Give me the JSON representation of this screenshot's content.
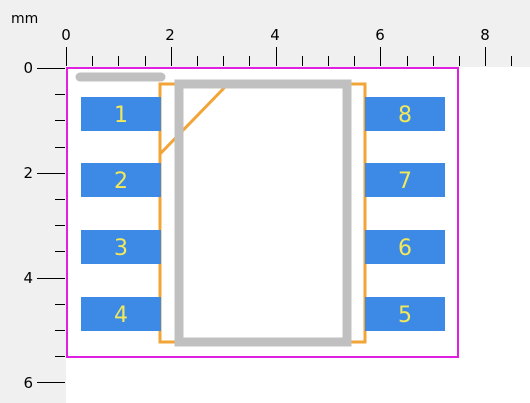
{
  "ruler": {
    "unit": "mm",
    "x_labels": [
      "0",
      "2",
      "4",
      "6",
      "8"
    ],
    "y_labels": [
      "0",
      "2",
      "4",
      "6"
    ]
  },
  "footprint": {
    "pads_left": [
      "1",
      "2",
      "3",
      "4"
    ],
    "pads_right": [
      "8",
      "7",
      "6",
      "5"
    ]
  },
  "colors": {
    "courtyard": "#e020e0",
    "silkscreen": "#f2a437",
    "body": "#c0c0c0",
    "pad": "#3c8ae6",
    "pad_text": "#f2e85a",
    "ruler_bg": "#f0f0f0"
  }
}
